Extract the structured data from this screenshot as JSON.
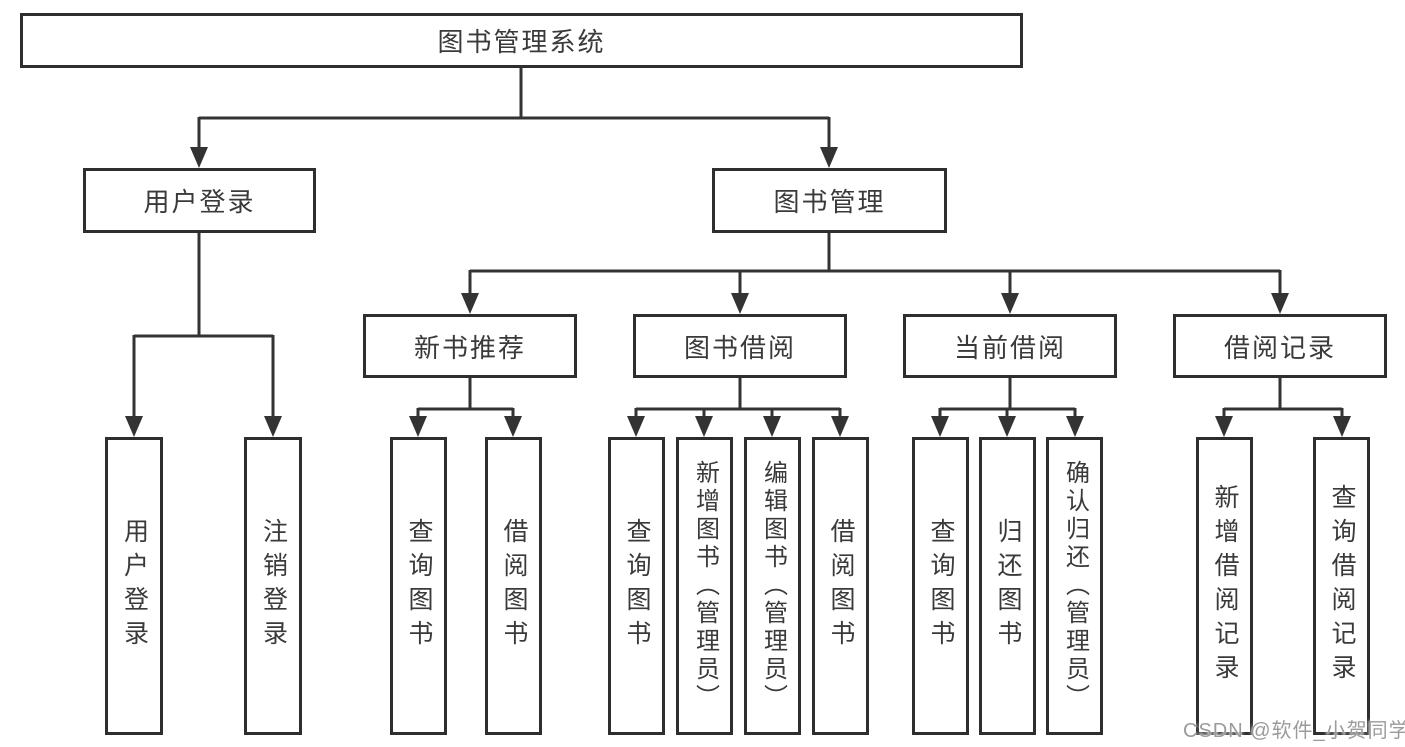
{
  "colors": {
    "line": "#333333",
    "box_border": "#2e2e2e",
    "box_fill": "#ffffff",
    "text": "#3a3a3a",
    "watermark": "#9b9b9b"
  },
  "watermark": {
    "text": "CSDN @软件_小贺同学"
  },
  "tree": {
    "label": "图书管理系统",
    "children": [
      {
        "label": "用户登录",
        "children": [
          {
            "label": "用户登录"
          },
          {
            "label": "注销登录"
          }
        ]
      },
      {
        "label": "图书管理",
        "children": [
          {
            "label": "新书推荐",
            "children": [
              {
                "label": "查询图书"
              },
              {
                "label": "借阅图书"
              }
            ]
          },
          {
            "label": "图书借阅",
            "children": [
              {
                "label": "查询图书"
              },
              {
                "label": "新增图书（管理员）"
              },
              {
                "label": "编辑图书（管理员）"
              },
              {
                "label": "借阅图书"
              }
            ]
          },
          {
            "label": "当前借阅",
            "children": [
              {
                "label": "查询图书"
              },
              {
                "label": "归还图书"
              },
              {
                "label": "确认归还（管理员）"
              }
            ]
          },
          {
            "label": "借阅记录",
            "children": [
              {
                "label": "新增借阅记录"
              },
              {
                "label": "查询借阅记录"
              }
            ]
          }
        ]
      }
    ]
  }
}
